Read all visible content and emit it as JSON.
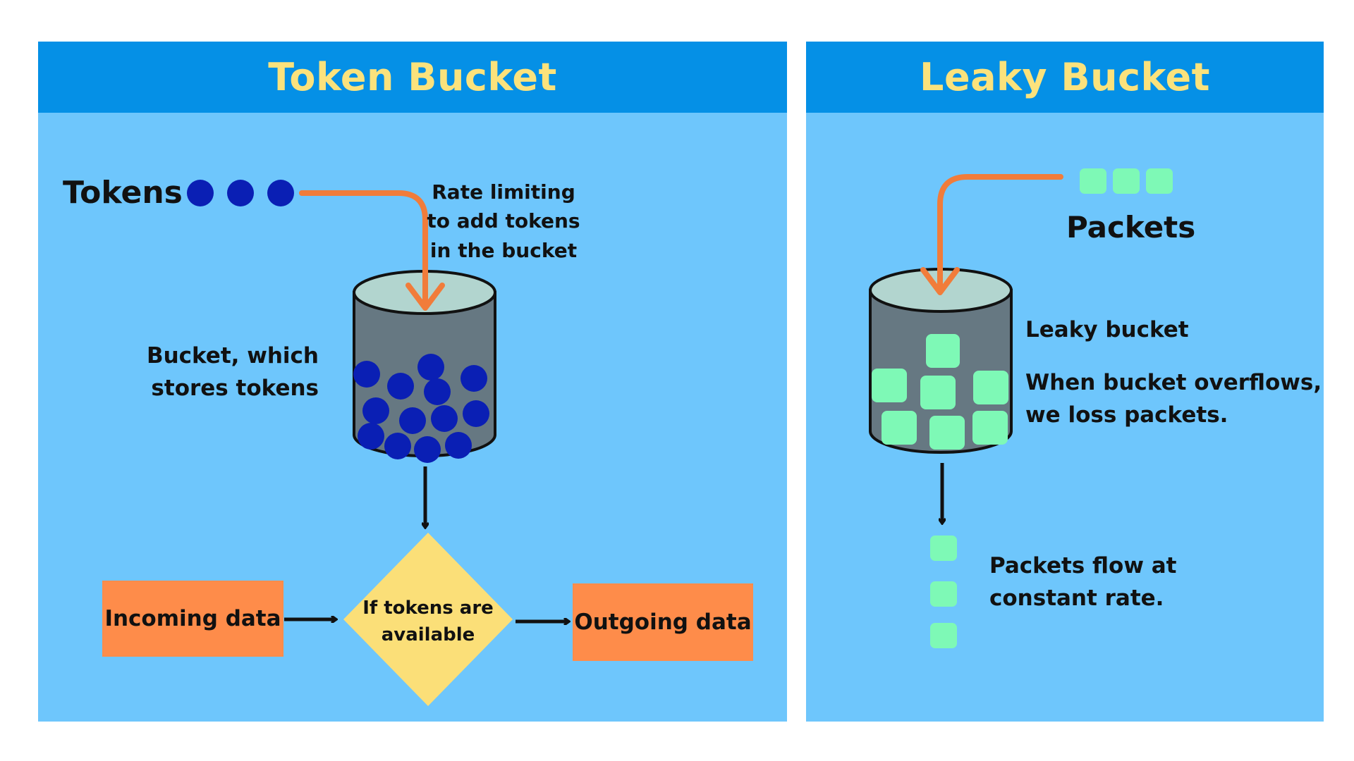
{
  "token_bucket": {
    "title": "Token Bucket",
    "tokens_label": "Tokens",
    "rate_note": [
      "Rate limiting",
      "to add tokens",
      "in the bucket"
    ],
    "bucket_note": [
      "Bucket, which",
      "stores tokens"
    ],
    "incoming_label": "Incoming data",
    "decision_label": [
      "If tokens are",
      "available"
    ],
    "outgoing_label": "Outgoing data"
  },
  "leaky_bucket": {
    "title": "Leaky Bucket",
    "packets_label": "Packets",
    "bucket_label": "Leaky bucket",
    "overflow_note": [
      "When bucket overflows,",
      "we loss packets."
    ],
    "flow_note": [
      "Packets flow at",
      "constant rate."
    ]
  },
  "colors": {
    "header_bg": "#0590e6",
    "header_text": "#fbe27c",
    "panel_bg": "#6ec6fc",
    "token_blue": "#0a1fb4",
    "packet_green": "#7ef9b6",
    "arrow_orange": "#f17c3a",
    "box_orange": "#fe8c4a",
    "decision_yellow": "#fbdf78",
    "bucket_body": "#667882",
    "bucket_top": "#b2d5cf"
  }
}
